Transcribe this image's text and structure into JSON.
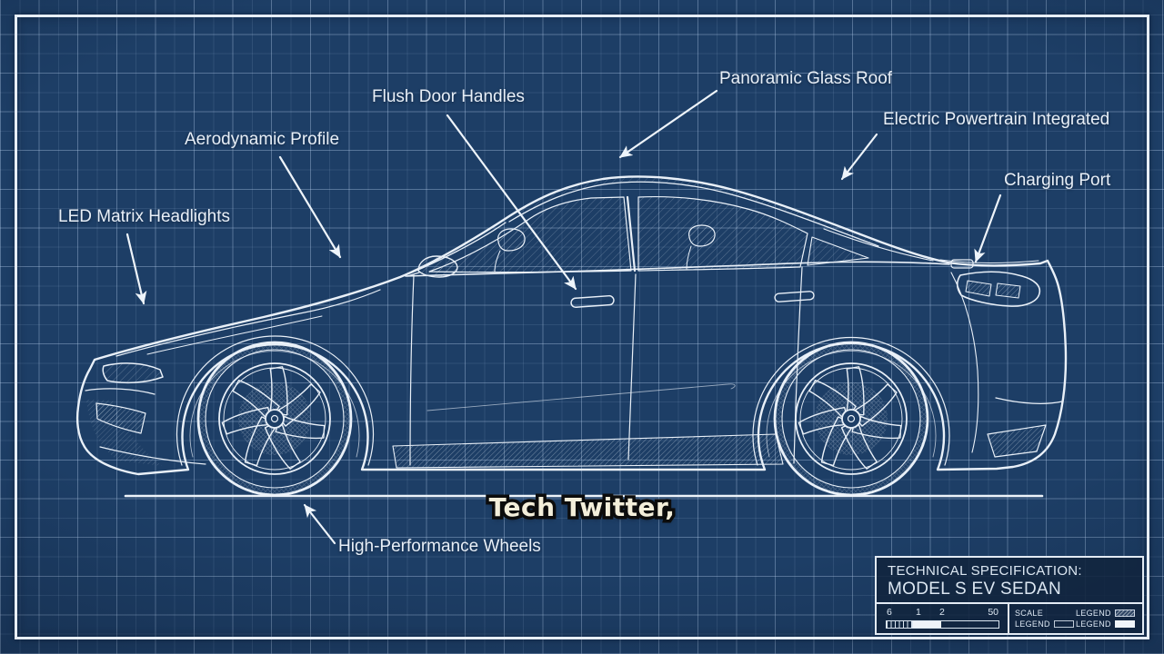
{
  "scene": {
    "type": "car-blueprint-video-frame",
    "caption": "Tech Twitter,"
  },
  "annotations": [
    {
      "id": "led-matrix-headlights",
      "text": "LED Matrix Headlights"
    },
    {
      "id": "aerodynamic-profile",
      "text": "Aerodynamic Profile"
    },
    {
      "id": "flush-door-handles",
      "text": "Flush Door Handles"
    },
    {
      "id": "panoramic-glass-roof",
      "text": "Panoramic Glass Roof"
    },
    {
      "id": "electric-powertrain-integrated",
      "text": "Electric Powertrain Integrated"
    },
    {
      "id": "charging-port",
      "text": "Charging Port"
    },
    {
      "id": "high-performance-wheels",
      "text": "High-Performance Wheels"
    }
  ],
  "title_block": {
    "line1": "TECHNICAL SPECIFICATION:",
    "line2": "MODEL S EV SEDAN",
    "scale_bar": {
      "ticks": [
        "6",
        "1",
        "2",
        "50"
      ]
    },
    "legend": {
      "scale_label": "SCALE",
      "items": [
        {
          "label": "LEGEND",
          "swatch": "hatched"
        },
        {
          "label": "LEGEND",
          "swatch": "outline"
        },
        {
          "label": "LEGEND",
          "swatch": "solid"
        }
      ]
    }
  },
  "colors": {
    "background": "#1d3e66",
    "grid_line": "#8fb0d6",
    "line_art": "#e9f0f8",
    "caption_fill": "#f3eeda",
    "caption_stroke": "#0c0c0c"
  }
}
